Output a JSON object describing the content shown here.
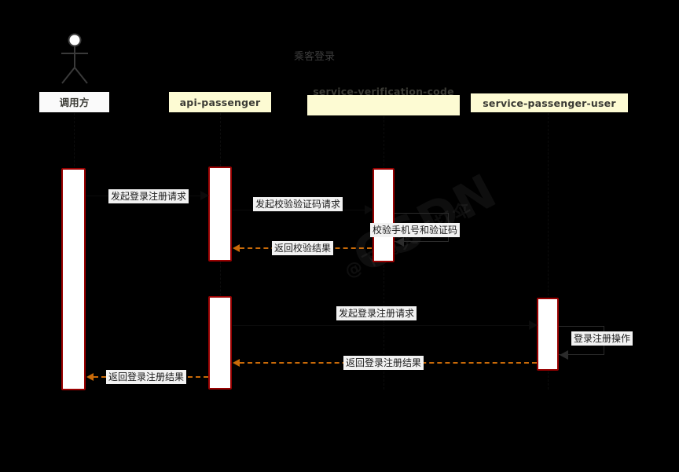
{
  "diagram": {
    "title": "乘客登录",
    "type": "uml-sequence-diagram",
    "background_color": "#000000",
    "accent_color": "#c96a08",
    "activation_border_color": "#990000"
  },
  "watermark": {
    "line1": "CSDN",
    "line2": "@下雨天不打伞"
  },
  "participants": [
    {
      "id": "caller",
      "label": "调用方",
      "style": "actor",
      "box_color": "#fafafa"
    },
    {
      "id": "api",
      "label": "api-passenger",
      "style": "service",
      "box_color": "#fdfbd3"
    },
    {
      "id": "verify",
      "label": "service-verification-code",
      "style": "service",
      "box_color": "#fdfbd3"
    },
    {
      "id": "user",
      "label": "service-passenger-user",
      "style": "service",
      "box_color": "#fdfbd3"
    }
  ],
  "messages": [
    {
      "seq": 1,
      "from": "caller",
      "to": "api",
      "label": "发起登录注册请求",
      "kind": "call",
      "arrow": "solid"
    },
    {
      "seq": 2,
      "from": "api",
      "to": "verify",
      "label": "发起校验验证码请求",
      "kind": "call",
      "arrow": "solid"
    },
    {
      "seq": 3,
      "from": "verify",
      "to": "verify",
      "label": "校验手机号和验证码",
      "kind": "self",
      "arrow": "solid"
    },
    {
      "seq": 4,
      "from": "verify",
      "to": "api",
      "label": "返回校验结果",
      "kind": "return",
      "arrow": "dashed"
    },
    {
      "seq": 5,
      "from": "api",
      "to": "user",
      "label": "发起登录注册请求",
      "kind": "call",
      "arrow": "solid"
    },
    {
      "seq": 6,
      "from": "user",
      "to": "user",
      "label": "登录注册操作",
      "kind": "self",
      "arrow": "solid"
    },
    {
      "seq": 7,
      "from": "user",
      "to": "api",
      "label": "返回登录注册结果",
      "kind": "return",
      "arrow": "dashed"
    },
    {
      "seq": 8,
      "from": "api",
      "to": "caller",
      "label": "返回登录注册结果",
      "kind": "return",
      "arrow": "dashed"
    }
  ]
}
